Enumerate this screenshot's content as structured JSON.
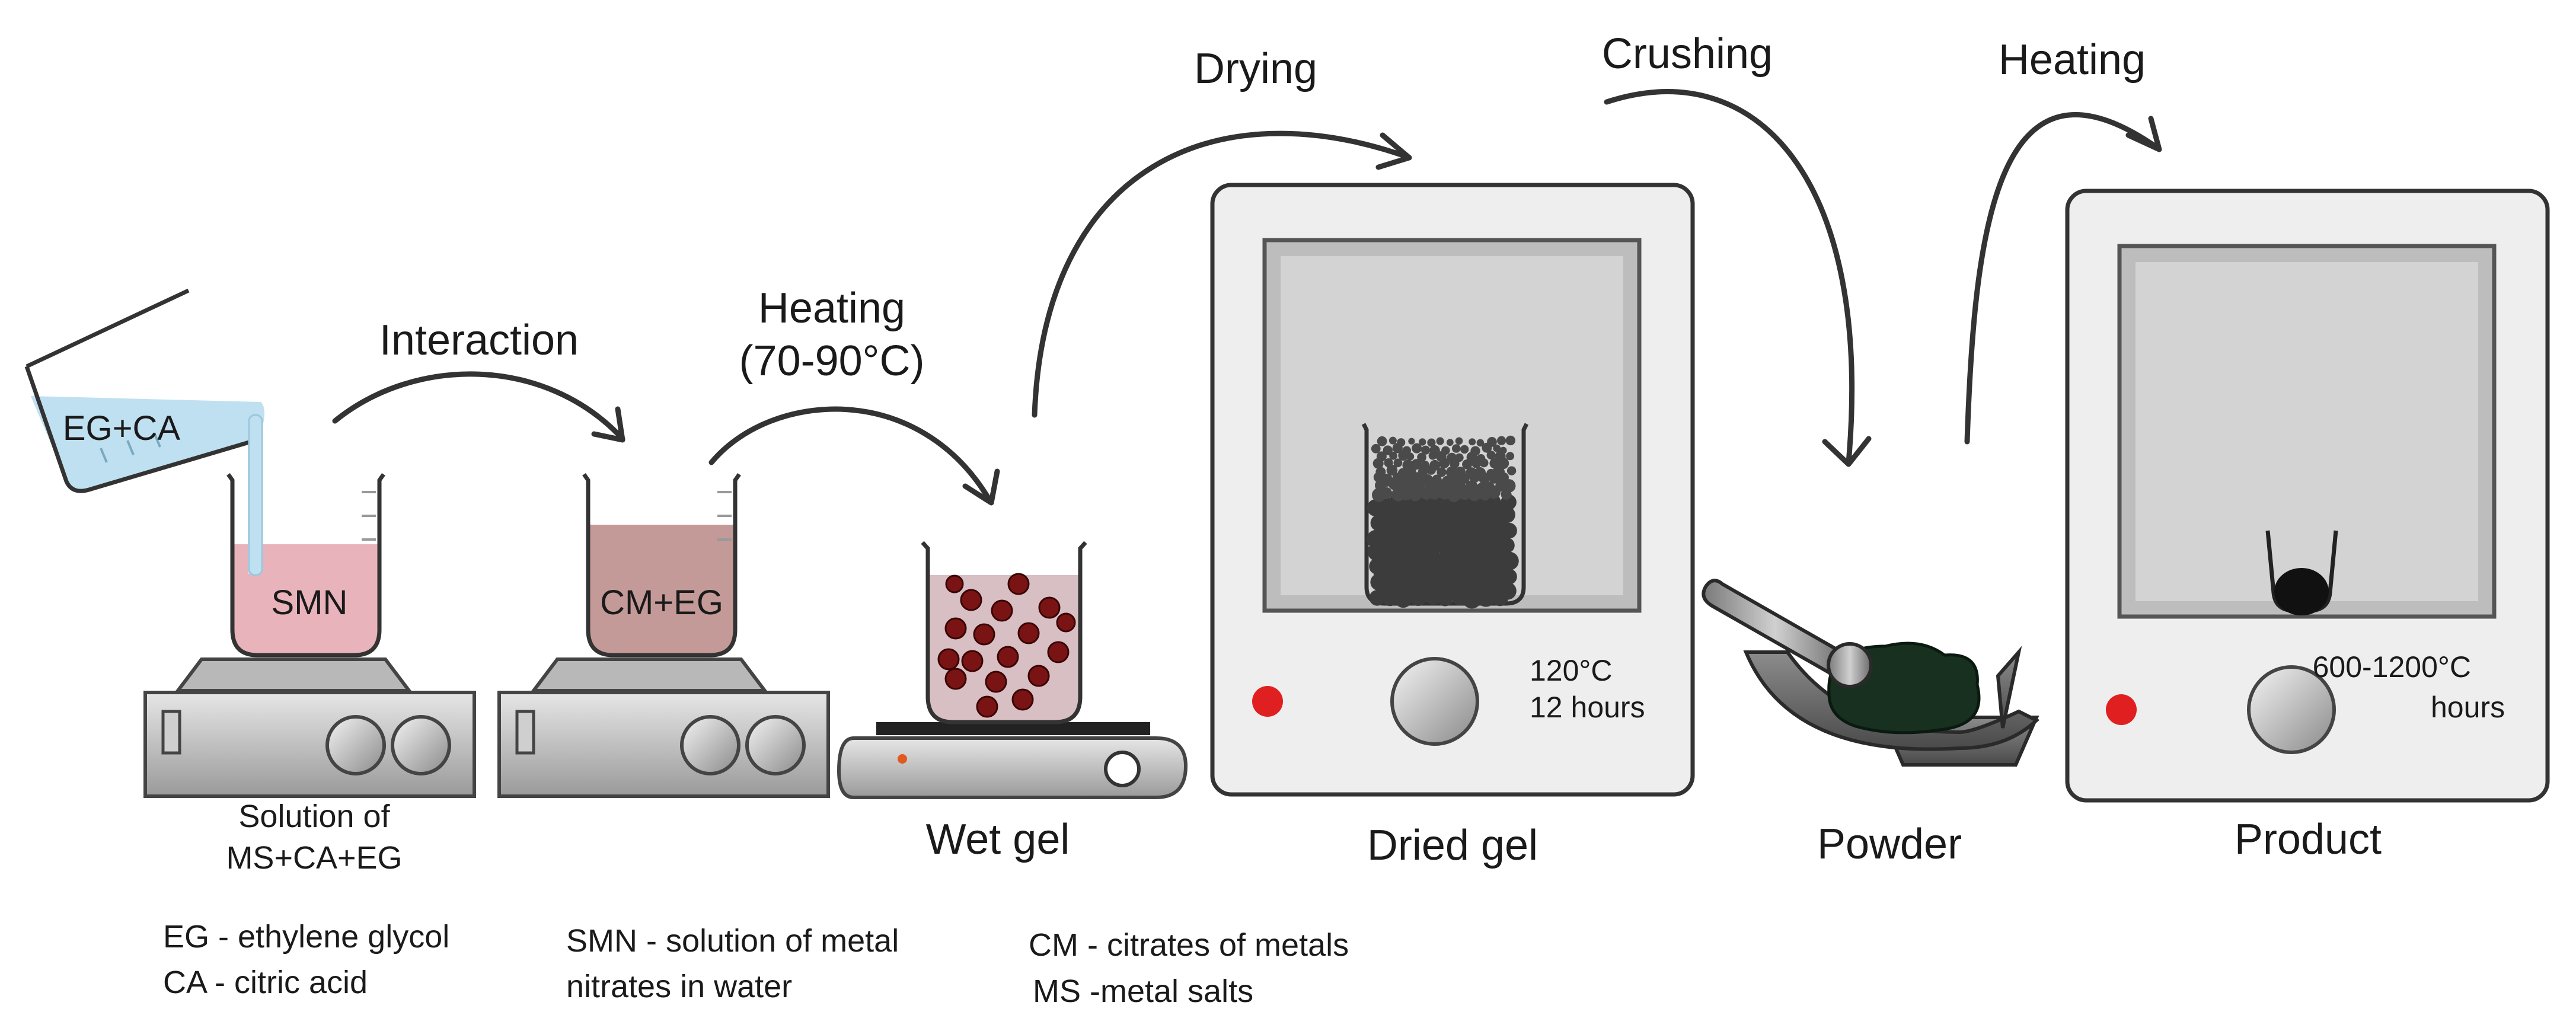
{
  "steps": {
    "interaction": "Interaction",
    "heating1_line1": "Heating",
    "heating1_line2": "(70-90°C)",
    "drying": "Drying",
    "crushing": "Crushing",
    "heating2": "Heating"
  },
  "labels": {
    "pour": "EG+CA",
    "smn": "SMN",
    "cmeg": "CM+EG",
    "solution_line1": "Solution of",
    "solution_line2": "MS+CA+EG",
    "wet_gel": "Wet gel",
    "dried_gel": "Dried gel",
    "powder": "Powder",
    "product": "Product"
  },
  "oven1": {
    "temp": "120°C",
    "time": "12 hours"
  },
  "oven2": {
    "temp": "600-1200°C",
    "time": "hours"
  },
  "legend": {
    "eg": "EG - ethylene glycol",
    "ca": "CA - citric acid",
    "smn_line1": "SMN - solution of metal",
    "smn_line2": "nitrates in water",
    "cm": "CM - citrates of metals",
    "ms": "MS -metal salts"
  },
  "colors": {
    "pour_liquid": "#bfe0f0",
    "smn_liquid": "#e9b3bb",
    "cmeg_liquid": "#c49a98",
    "wetgel_liquid": "#d8bfc3",
    "gel_bead": "#7a1414",
    "dried_bead": "#3c3c3c",
    "oven_body": "#eeeeee",
    "powder": "#17301f",
    "indicator": "#e02020"
  }
}
